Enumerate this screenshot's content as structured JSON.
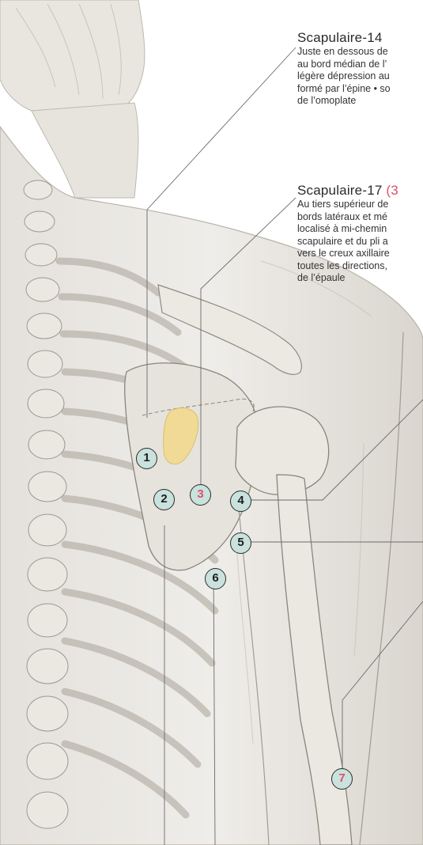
{
  "annotations": [
    {
      "title": "Scapulaire-14",
      "title_suffix": "",
      "lines": [
        "Juste en dessous de",
        "au bord médian de l’",
        "légère dépression au",
        "formé par l’épine • so",
        "de l’omoplate"
      ]
    },
    {
      "title": "Scapulaire-17 ",
      "title_suffix": "(3",
      "lines": [
        "Au tiers supérieur de",
        "bords latéraux et mé",
        "localisé à mi-chemin",
        "scapulaire et du pli a",
        "vers le creux axillaire",
        "toutes les directions,",
        "de l’épaule"
      ]
    }
  ],
  "markers": [
    {
      "label": "1",
      "highlight": false
    },
    {
      "label": "2",
      "highlight": false
    },
    {
      "label": "3",
      "highlight": true
    },
    {
      "label": "4",
      "highlight": false
    },
    {
      "label": "5",
      "highlight": false
    },
    {
      "label": "6",
      "highlight": false
    },
    {
      "label": "7",
      "highlight": true
    }
  ],
  "colors": {
    "marker_fill": "#c9e2dd",
    "accent": "#e0506a",
    "highlight_region": "#f2d98a",
    "bone": "#e8e4da",
    "line": "#6b6b6b"
  }
}
